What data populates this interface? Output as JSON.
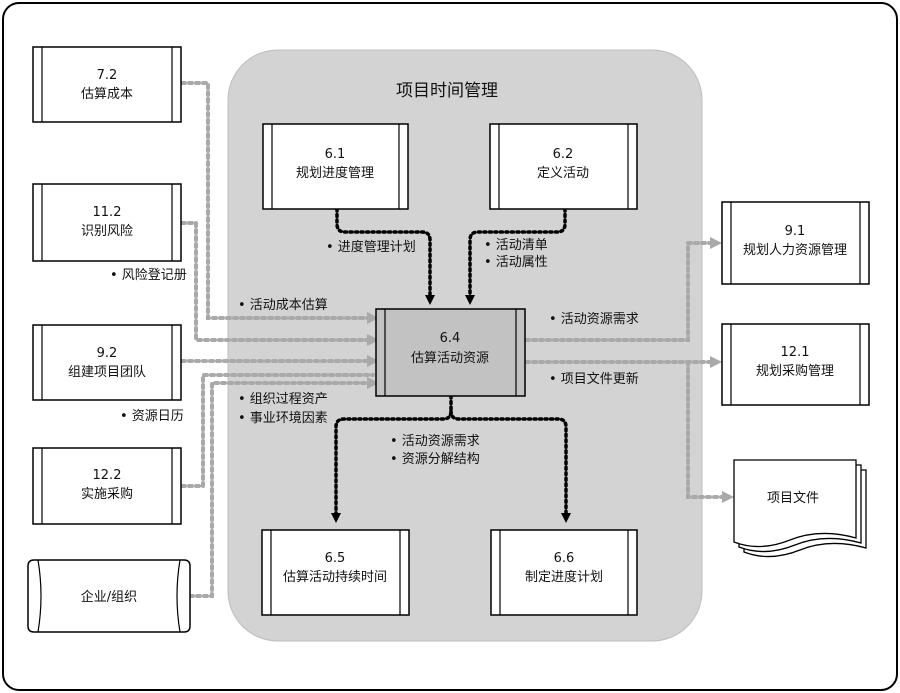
{
  "title": "项目时间管理",
  "process": {
    "p61": {
      "num": "6.1",
      "name": "规划进度管理"
    },
    "p62": {
      "num": "6.2",
      "name": "定义活动"
    },
    "p64": {
      "num": "6.4",
      "name": "估算活动资源"
    },
    "p65": {
      "num": "6.5",
      "name": "估算活动持续时间"
    },
    "p66": {
      "num": "6.6",
      "name": "制定进度计划"
    }
  },
  "external": {
    "e72": {
      "num": "7.2",
      "name": "估算成本"
    },
    "e112": {
      "num": "11.2",
      "name": "识别风险"
    },
    "e92": {
      "num": "9.2",
      "name": "组建项目团队"
    },
    "e122": {
      "num": "12.2",
      "name": "实施采购"
    },
    "org": {
      "name": "企业/组织"
    },
    "e91": {
      "num": "9.1",
      "name": "规划人力资源管理"
    },
    "e121": {
      "num": "12.1",
      "name": "规划采购管理"
    },
    "docs": {
      "name": "项目文件"
    }
  },
  "flows": {
    "schedule_plan": "• 进度管理计划",
    "activity_list": "• 活动清单",
    "activity_attrs": "• 活动属性",
    "risk_register": "• 风险登记册",
    "cost_estimates": "• 活动成本估算",
    "resource_calendar": "• 资源日历",
    "org_assets": "• 组织过程资产",
    "env_factors": "• 事业环境因素",
    "resource_req_out": "• 活动资源需求",
    "doc_updates": "• 项目文件更新",
    "resource_req_down": "• 活动资源需求",
    "rbs": "• 资源分解结构"
  }
}
